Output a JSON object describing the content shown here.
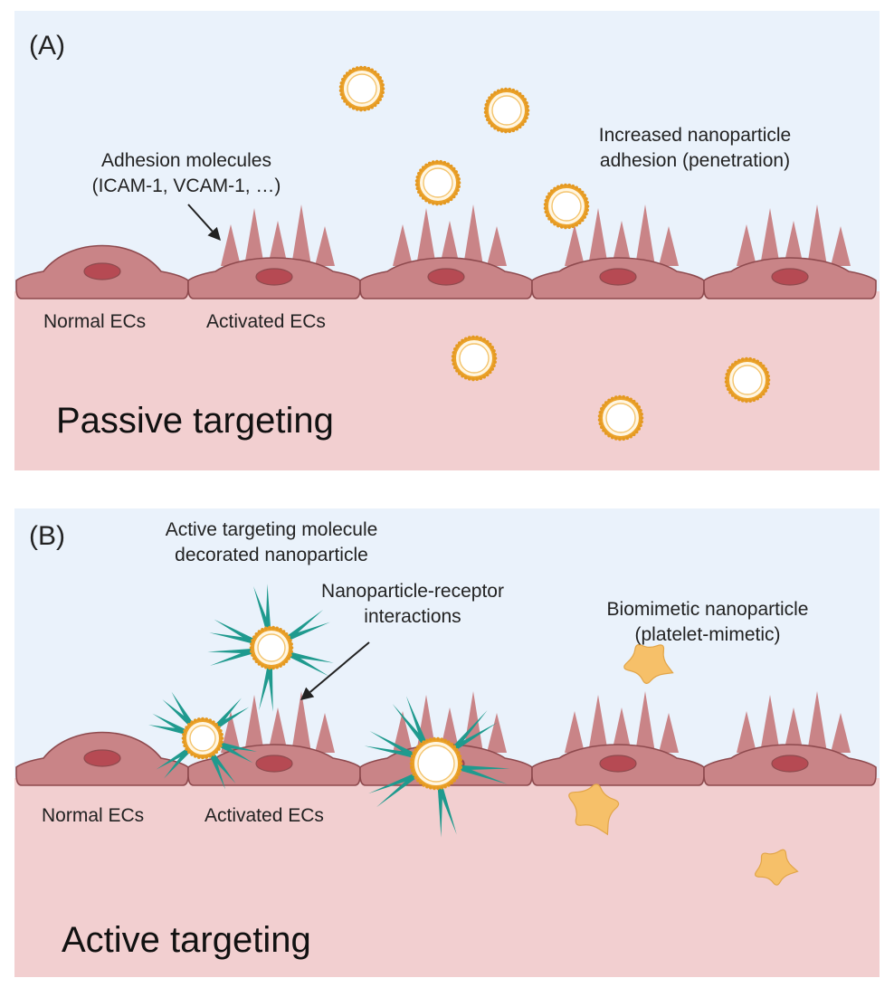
{
  "colors": {
    "lumen": "#eaf2fb",
    "tissue": "#f2cfd0",
    "cell_fill": "#c98487",
    "cell_edge": "#8e4a4e",
    "nucleus": "#b64a53",
    "spike": "#c98487",
    "nanoparticle_ring": "#eba22a",
    "nanoparticle_dot": "#e49922",
    "ligand": "#1f9a8e",
    "platelet": "#f6c069",
    "arrow": "#222222"
  },
  "panel_a": {
    "letter": "(A)",
    "adhesion_label": [
      "Adhesion molecules",
      "(ICAM-1, VCAM-1, …)"
    ],
    "increased_label": [
      "Increased nanoparticle",
      "adhesion (penetration)"
    ],
    "normal_label": "Normal ECs",
    "activated_label": "Activated ECs",
    "title": "Passive targeting"
  },
  "panel_b": {
    "letter": "(B)",
    "active_molecule_label": [
      "Active targeting molecule",
      "decorated nanoparticle"
    ],
    "interaction_label": [
      "Nanoparticle-receptor",
      "interactions"
    ],
    "biomimetic_label": [
      "Biomimetic nanoparticle",
      "(platelet-mimetic)"
    ],
    "normal_label": "Normal ECs",
    "activated_label": "Activated ECs",
    "title": "Active targeting"
  },
  "icons": {
    "nanoparticle": "liposome-nanoparticle-icon",
    "decorated_nanoparticle": "ligand-decorated-nanoparticle-icon",
    "platelet": "platelet-mimetic-nanoparticle-icon",
    "normal_cell": "normal-endothelial-cell-icon",
    "activated_cell": "activated-endothelial-cell-icon"
  }
}
